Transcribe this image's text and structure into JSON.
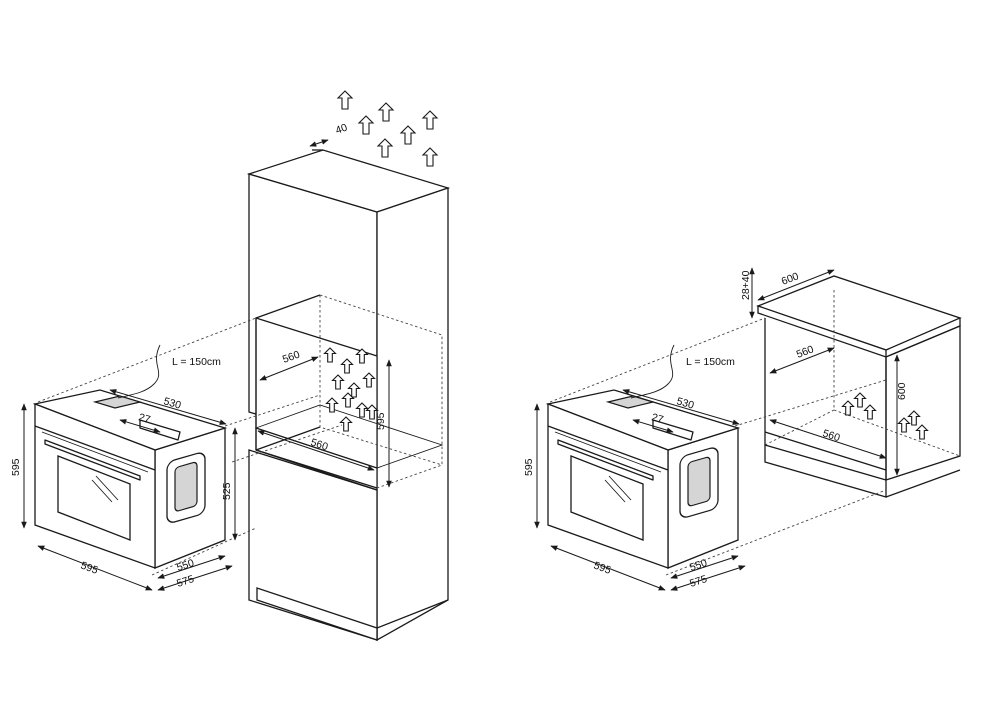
{
  "left_installation": {
    "cable_label": "L = 150cm",
    "oven_dims": {
      "height": "595",
      "width": "595",
      "depth_top": "530",
      "offset": "27",
      "side_height": "525",
      "depth_body": "550",
      "depth_total": "575"
    },
    "niche_dims": {
      "top_gap": "40",
      "width_top": "560",
      "width_bottom": "560",
      "height": "595"
    }
  },
  "right_installation": {
    "cable_label": "L = 150cm",
    "oven_dims": {
      "height": "595",
      "width": "595",
      "depth_top": "530",
      "offset": "27",
      "depth_body": "550",
      "depth_total": "575"
    },
    "niche_dims": {
      "top_gap": "28+40",
      "worktop_depth": "600",
      "width_top": "560",
      "width_bottom": "560",
      "height": "600"
    }
  }
}
